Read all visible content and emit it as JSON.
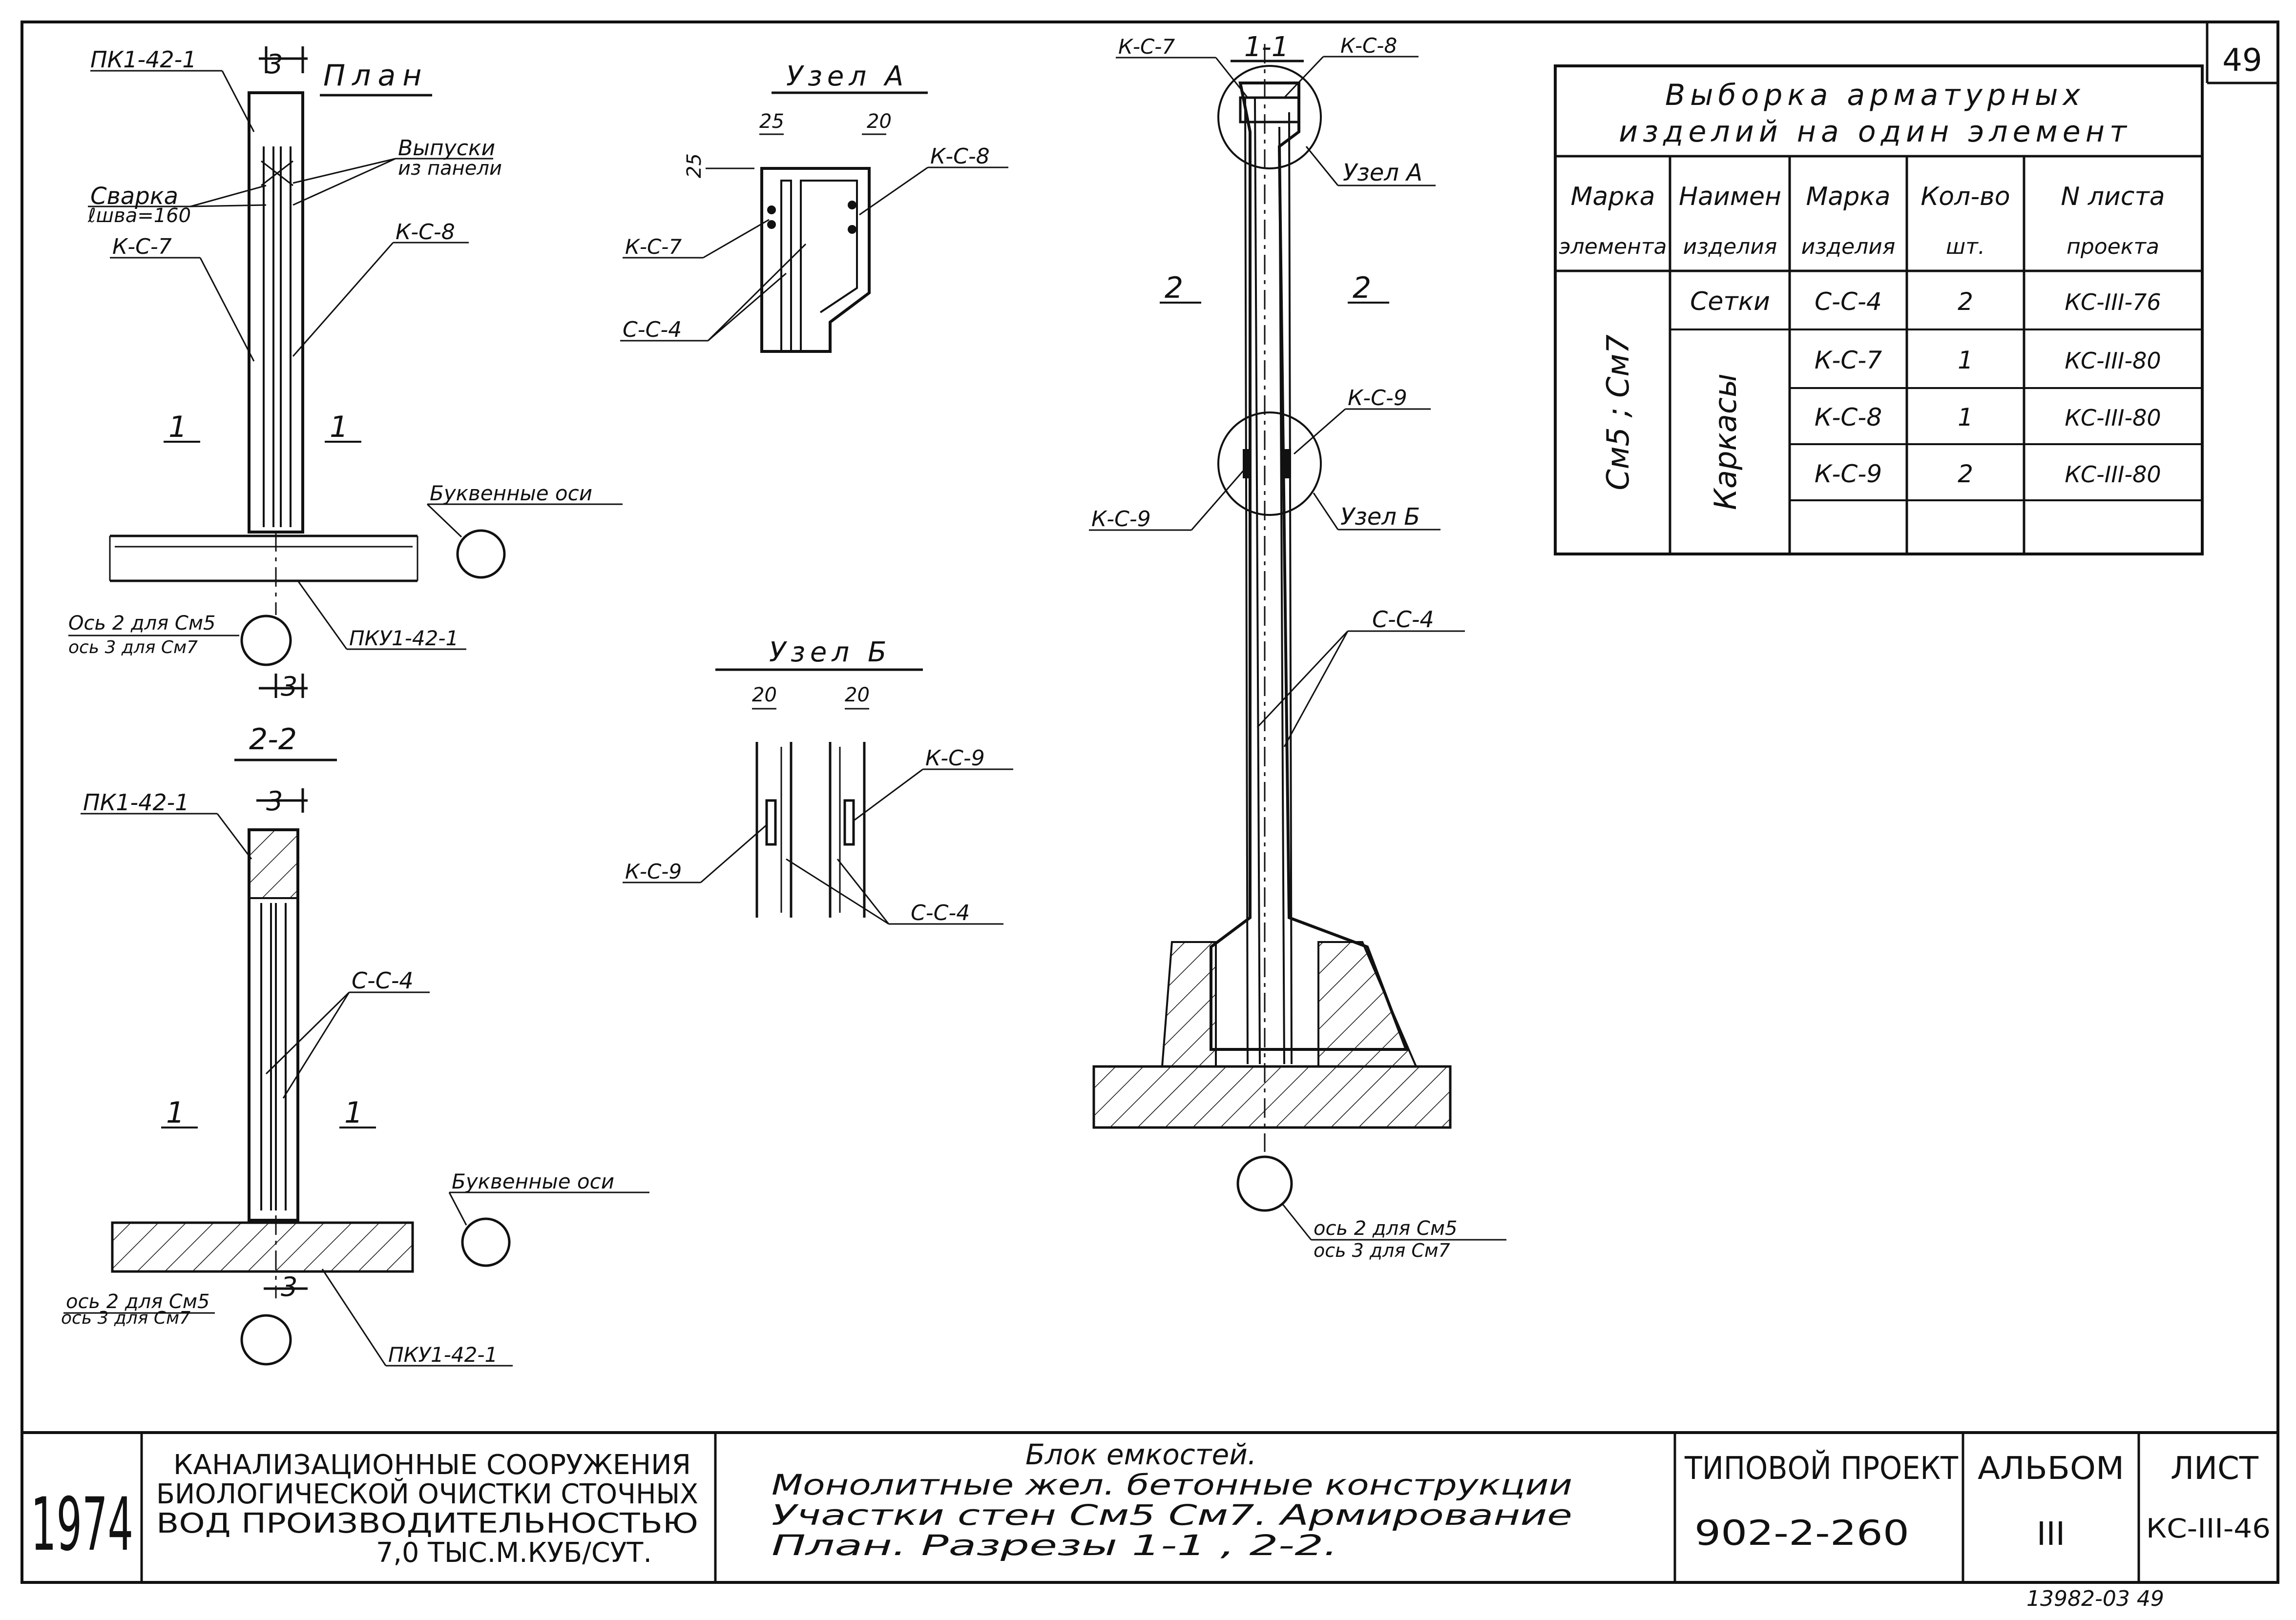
{
  "sheet_number": "49",
  "bottom_code": "13982-03 49",
  "plan": {
    "title": "План",
    "cut_mark": "3",
    "panel": "ПК1-42-1",
    "outlets": [
      "Выпуски",
      "из панели"
    ],
    "welding": [
      "Сварка",
      "ℓшва=160"
    ],
    "kc7": "К-С-7",
    "kc8": "К-С-8",
    "sec_left": "1",
    "sec_right": "1",
    "letter_axes": "Буквенные оси",
    "axis_note_1": "Ось 2 для См5",
    "axis_note_2": "ось 3 для См7",
    "beam": "ПКУ1-42-1"
  },
  "sec22": {
    "title": "2-2",
    "cut_mark": "3",
    "panel": "ПК1-42-1",
    "cc4": "С-С-4",
    "sec_left": "1",
    "sec_right": "1",
    "letter_axes": "Буквенные оси",
    "axis_note_1": "ось 2 для См5",
    "axis_note_2": "ось 3 для См7",
    "beam": "ПКУ1-42-1"
  },
  "nodeA": {
    "title": "Узел А",
    "dim1": "25",
    "dim2": "20",
    "dim3": "25",
    "kc7": "К-С-7",
    "kc8": "К-С-8",
    "cc4": "С-С-4"
  },
  "nodeB": {
    "title": "Узел Б",
    "dim1": "20",
    "dim2": "20",
    "kc9a": "К-С-9",
    "kc9b": "К-С-9",
    "cc4": "С-С-4"
  },
  "sec11": {
    "title": "1-1",
    "kc7": "К-С-7",
    "kc8": "К-С-8",
    "nodeA": "Узел А",
    "sec_left": "2",
    "sec_right": "2",
    "kc9_top": "К-С-9",
    "kc9_left": "К-С-9",
    "nodeB": "Узел Б",
    "cc4": "С-С-4",
    "axis_note_1": "ось 2 для См5",
    "axis_note_2": "ось 3 для См7"
  },
  "table": {
    "title_line1": "Выборка арматурных",
    "title_line2": "изделий на один элемент",
    "headers": [
      [
        "Марка",
        "элемента"
      ],
      [
        "Наимен",
        "изделия"
      ],
      [
        "Марка",
        "изделия"
      ],
      [
        "Кол-во",
        "шт."
      ],
      [
        "N листа",
        "проекта"
      ]
    ],
    "element": "См5 ; См7",
    "group_nets": "Сетки",
    "group_frames": "Каркасы",
    "rows": [
      {
        "mark": "С-С-4",
        "qty": "2",
        "sheet": "КС-III-76"
      },
      {
        "mark": "К-С-7",
        "qty": "1",
        "sheet": "КС-III-80"
      },
      {
        "mark": "К-С-8",
        "qty": "1",
        "sheet": "КС-III-80"
      },
      {
        "mark": "К-С-9",
        "qty": "2",
        "sheet": "КС-III-80"
      }
    ]
  },
  "title_block": {
    "year": "1974",
    "org_lines": [
      "КАНАЛИЗАЦИОННЫЕ СООРУЖЕНИЯ",
      "БИОЛОГИЧЕСКОЙ ОЧИСТКИ СТОЧНЫХ",
      "ВОД   ПРОИЗВОДИТЕЛЬНОСТЬЮ",
      "7,0 ТЫС.М.КУБ/СУТ."
    ],
    "desc_lines": [
      "Блок емкостей.",
      "Монолитные жел. бетонные конструкции",
      "Участки стен См5 См7. Армирование",
      "План. Разрезы 1-1 , 2-2."
    ],
    "project_label": "ТИПОВОЙ ПРОЕКТ",
    "project_number": "902-2-260",
    "album_label": "АЛЬБОМ",
    "album_number": "III",
    "sheet_label": "ЛИСТ",
    "sheet_code": "КС-III-46"
  }
}
